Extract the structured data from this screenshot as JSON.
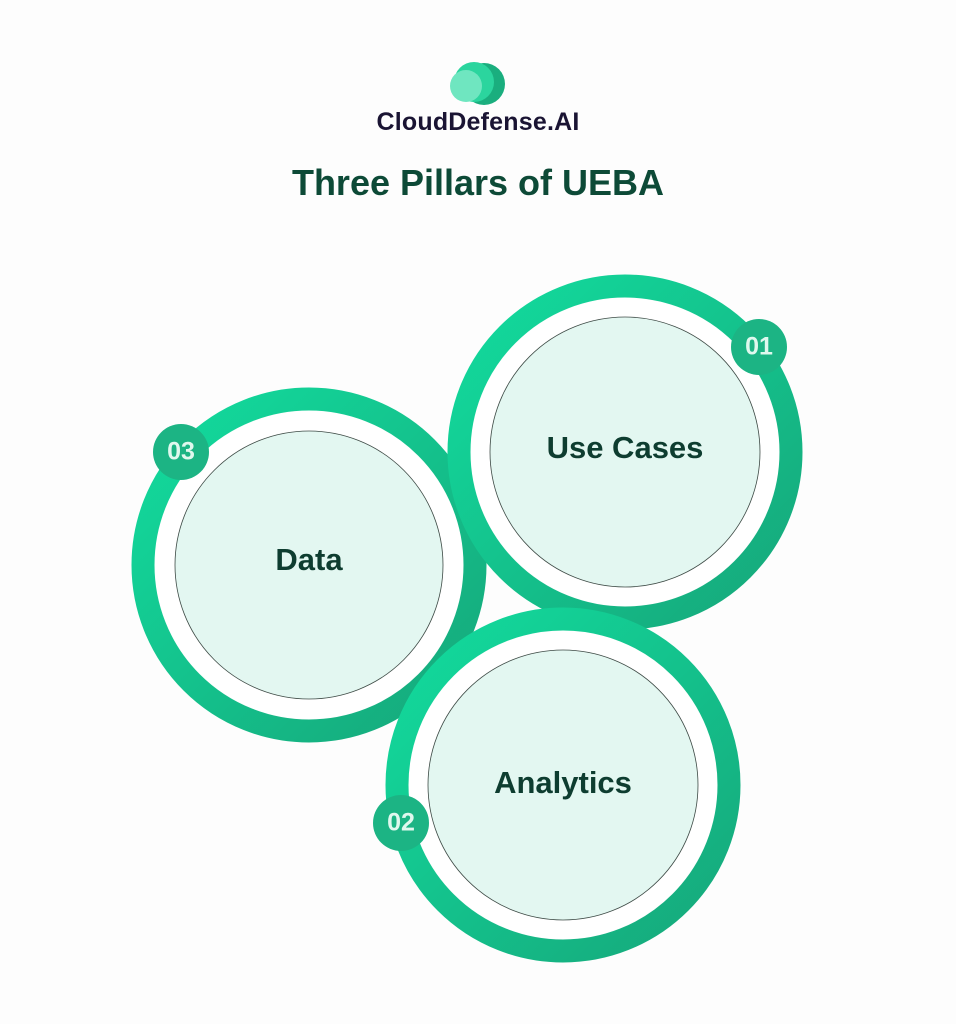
{
  "brand": {
    "name": "CloudDefense.AI",
    "logo_icon": "cloud-icon"
  },
  "title": "Three Pillars of UEBA",
  "colors": {
    "ring_light": "#12dc9e",
    "ring_dark": "#16a77a",
    "badge": "#1cb484",
    "inner_fill": "#e3f7f1",
    "text": "#0e3d30"
  },
  "pillars": [
    {
      "number": "01",
      "label": "Use Cases"
    },
    {
      "number": "02",
      "label": "Analytics"
    },
    {
      "number": "03",
      "label": "Data"
    }
  ]
}
